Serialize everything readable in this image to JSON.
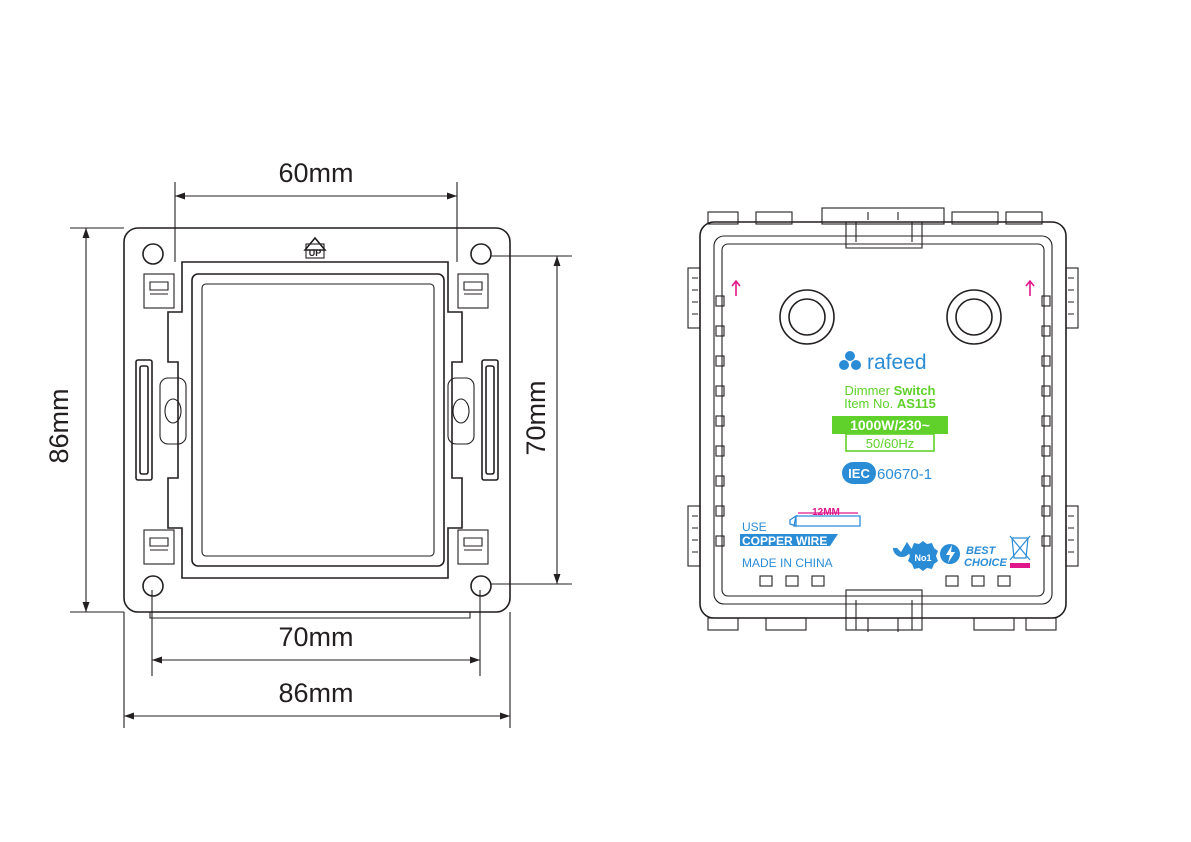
{
  "front_view": {
    "dim_top": "60mm",
    "dim_left": "86mm",
    "dim_right": "70mm",
    "dim_bottom_inner": "70mm",
    "dim_bottom_outer": "86mm",
    "up_mark": "UP"
  },
  "back_label": {
    "brand": "rafeed",
    "product_line1_prefix": "Dimmer ",
    "product_line1_bold": "Switch",
    "product_line2_prefix": "Item No. ",
    "product_line2_bold": "AS115",
    "rating_power": "1000W/230~",
    "rating_freq": "50/60Hz",
    "standard_prefix": "IEC",
    "standard_number": "60670-1",
    "strip_length": "12MM",
    "wire_line1": "USE",
    "wire_line2": "COPPER WIRE",
    "origin": "MADE IN CHINA",
    "badge_no1": "No1",
    "badge_best_line1": "BEST",
    "badge_best_line2": "CHOICE"
  },
  "colors": {
    "line": "#231f20",
    "label_blue": "#2b8cd6",
    "label_green": "#5fd12a",
    "label_pink": "#e0178a"
  }
}
